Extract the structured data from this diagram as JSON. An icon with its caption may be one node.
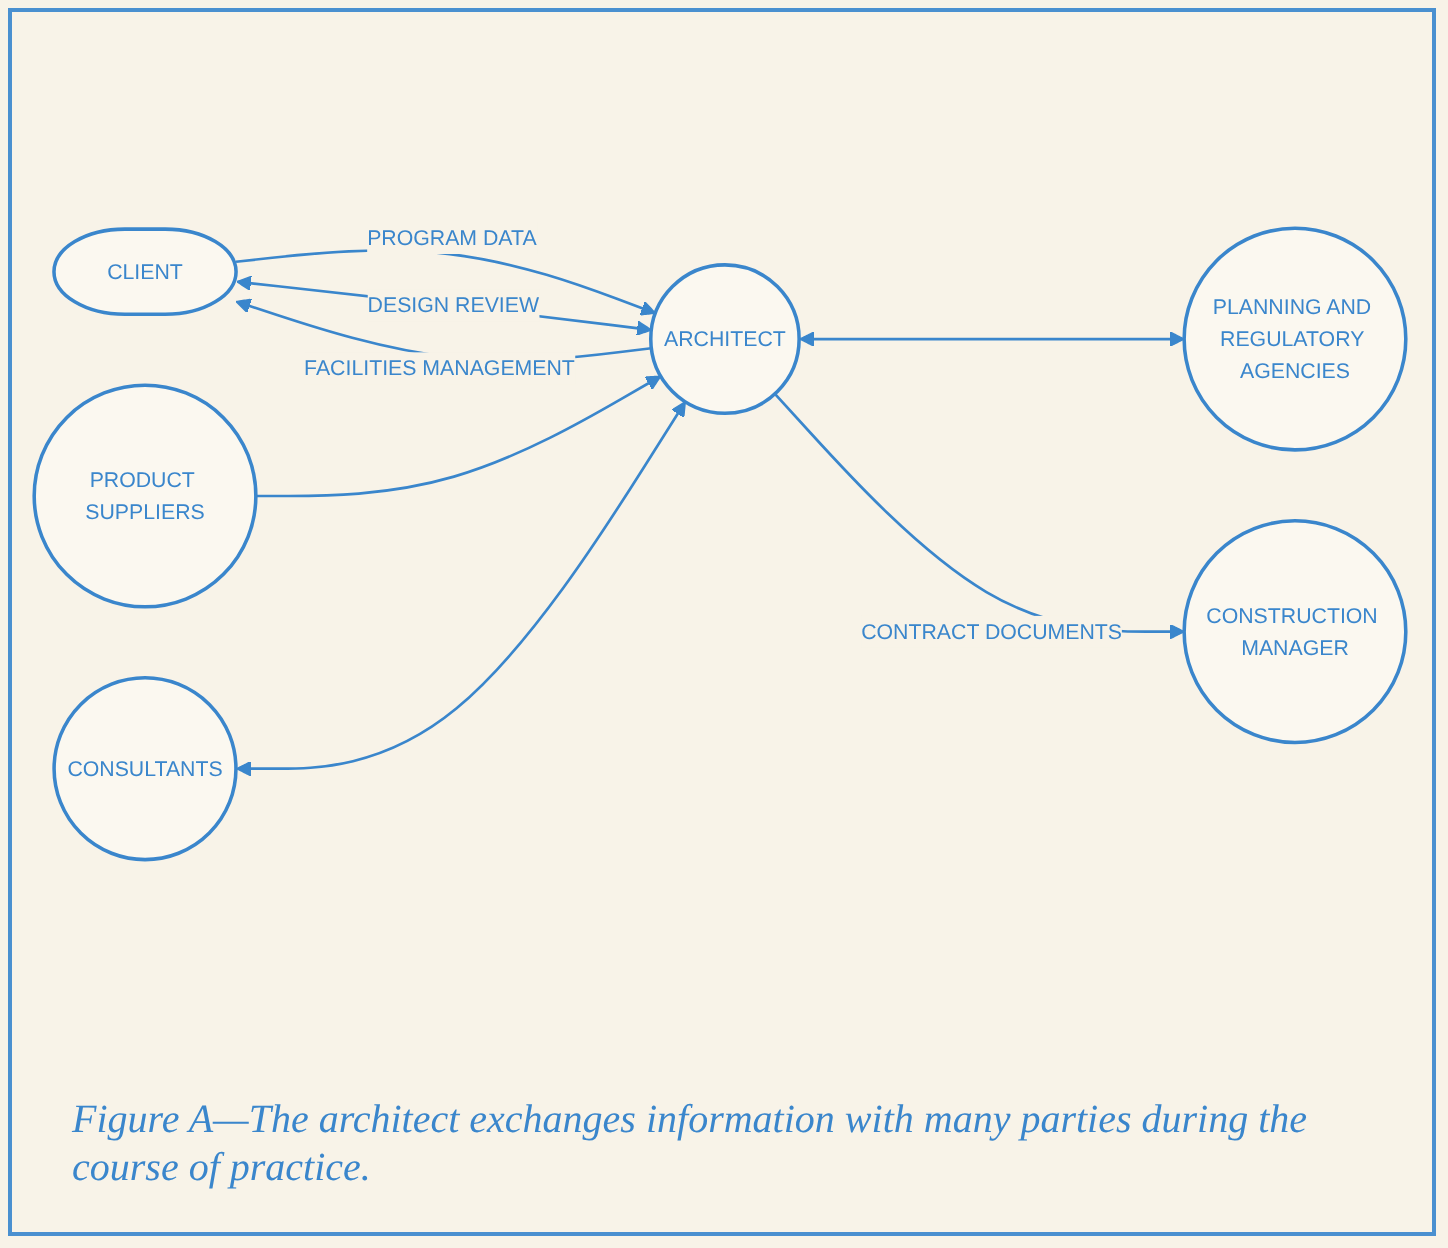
{
  "diagram": {
    "caption": "Figure A—The architect exchanges information with many parties during the course of practice.",
    "nodes": [
      {
        "text": [
          "CLIENT"
        ]
      },
      {
        "text": [
          "PRODUCT SUPPLIERS"
        ]
      },
      {
        "text": [
          "CONSULTANTS"
        ]
      },
      {
        "text": [
          "ARCHITECT"
        ]
      },
      {
        "text": [
          "PLANNING AND REGULATORY AGENCIES"
        ]
      },
      {
        "text": [
          "CONSTRUCTION MANAGER"
        ]
      }
    ],
    "edges": [
      {
        "from": 0,
        "to": 3,
        "arrow": "to",
        "label": "PROGRAM DATA"
      },
      {
        "from": 0,
        "to": 3,
        "arrow": "both",
        "label": "DESIGN REVIEW"
      },
      {
        "from": 3,
        "to": 0,
        "arrow": "to",
        "label": "FACILITIES MANAGEMENT"
      },
      {
        "from": 1,
        "to": 3,
        "arrow": "to"
      },
      {
        "from": 2,
        "to": 3,
        "arrow": "both"
      },
      {
        "from": 3,
        "to": 4,
        "arrow": "both"
      },
      {
        "from": 3,
        "to": 5,
        "arrow": "to",
        "label": "CONTRACT DOCUMENTS"
      }
    ]
  }
}
